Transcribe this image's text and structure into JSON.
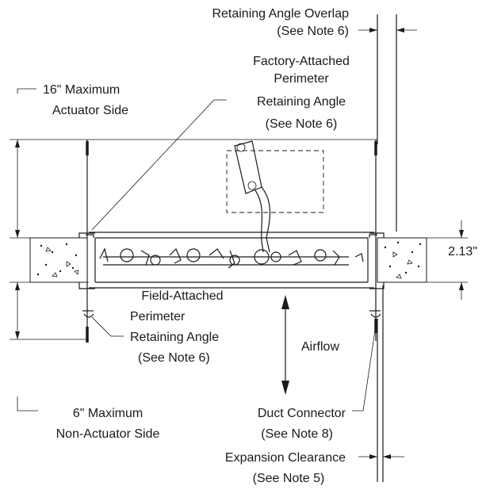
{
  "labels": {
    "overlap_title": "Retaining Angle Overlap",
    "overlap_note": "(See Note 6)",
    "factory_line1": "Factory-Attached",
    "factory_line2": "Perimeter",
    "factory_line3": "Retaining Angle",
    "factory_line4": "(See Note 6)",
    "max16_line1": "16\" Maximum",
    "max16_line2": "Actuator Side",
    "dim_213": "2.13\"",
    "field_line1": "Field-Attached",
    "field_line2": "Perimeter",
    "field_line3": "Retaining Angle",
    "field_line4": "(See Note 6)",
    "airflow": "Airflow",
    "max6_line1": "6\" Maximum",
    "max6_line2": "Non-Actuator Side",
    "duct_line1": "Duct Connector",
    "duct_line2": "(See Note 8)",
    "exp_line1": "Expansion Clearance",
    "exp_line2": "(See Note 5)"
  },
  "colors": {
    "line": "#1a1a1a",
    "background": "#ffffff"
  }
}
